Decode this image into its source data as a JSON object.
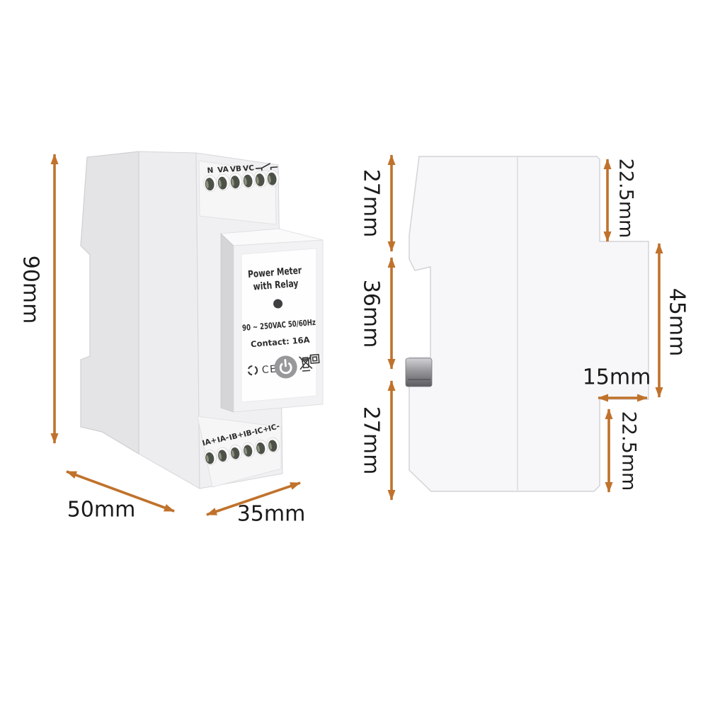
{
  "colors": {
    "background": "#ffffff",
    "arrow": "#c0722c",
    "dimension_text": "#1b1b1b",
    "device_body": "#f7f7f9",
    "device_side_face": "#e4e4e7",
    "label_background": "#fefefe",
    "power_button": "#98989b",
    "terminal_hole": "#4d5248"
  },
  "perspective_view": {
    "dim_height": "90mm",
    "dim_depth": "50mm",
    "dim_width": "35mm",
    "top_terminals": {
      "labels": [
        "N",
        "VA",
        "VB",
        "VC"
      ]
    },
    "bottom_terminals": {
      "labels": [
        "IA+",
        "IA-",
        "IB+",
        "IB-",
        "IC+",
        "IC-"
      ]
    },
    "front_label": {
      "title_line1": "Power Meter",
      "title_line2": "with Relay",
      "spec_voltage": "90 ~ 250VAC 50/60Hz",
      "spec_contact": "Contact: 16A",
      "ce_mark": "CE"
    }
  },
  "side_view": {
    "dims_left": [
      "27mm",
      "36mm",
      "27mm"
    ],
    "dim_right_top": "22.5mm",
    "dim_right_mid": "45mm",
    "dim_right_bottom": "22.5mm",
    "dim_depth_step": "15mm"
  }
}
